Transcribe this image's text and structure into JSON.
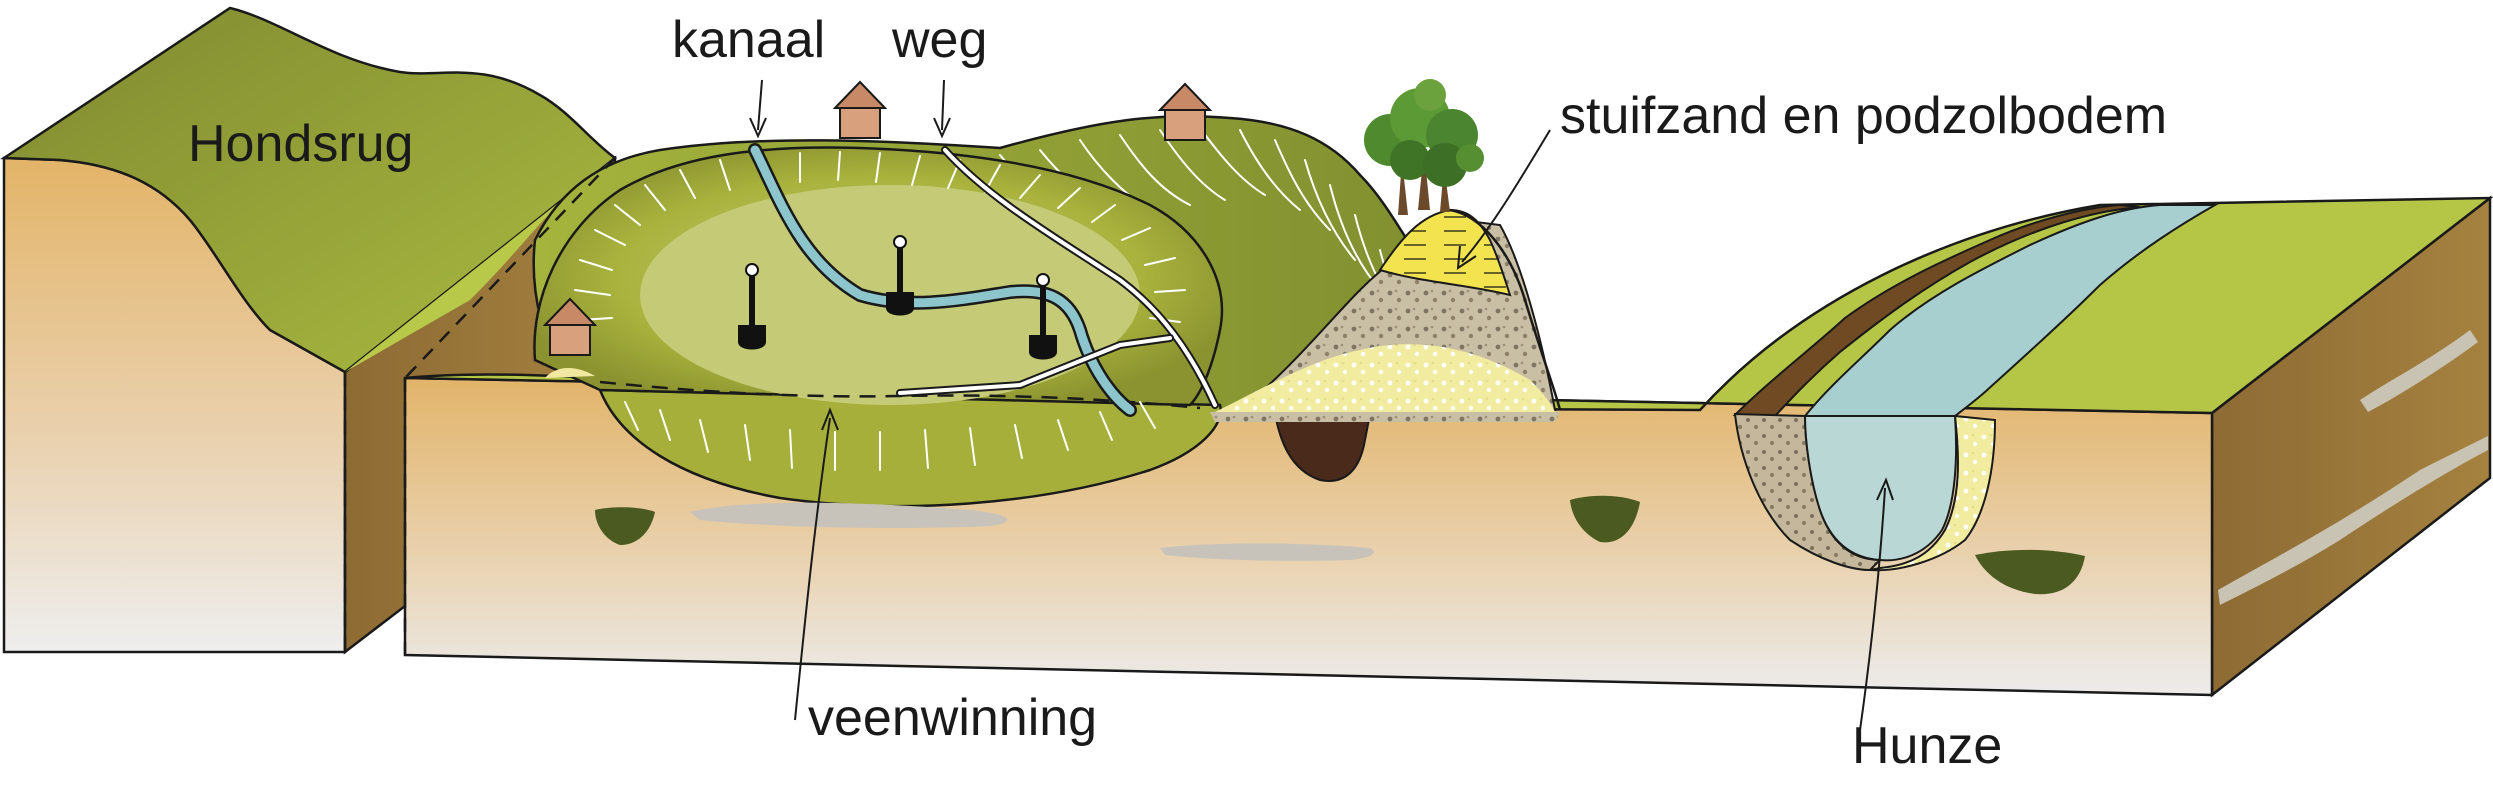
{
  "labels": {
    "hondsrug": "Hondsrug",
    "kanaal": "kanaal",
    "weg": "weg",
    "stuifzand": "stuifzand en podzolbodem",
    "veenwinning": "veenwinning",
    "hunze": "Hunze"
  },
  "colors": {
    "grass": "#b5c646",
    "grass_dark": "#8e9a35",
    "hill_top": "#8f9a38",
    "sand_top": "#e3b56c",
    "sand_bottom": "#ebebeb",
    "side_brown": "#9d7a3d",
    "peat_green": "#a7b13a",
    "peat_light": "#c8d078",
    "water": "#a8cfd0",
    "river_bank": "#6f4a22",
    "dune_yellow": "#f0e24c",
    "dark_lens": "#4a5a20",
    "house": "#d89a78",
    "tree": "#4f8a2f"
  },
  "icons": [
    "house-icon",
    "tree-icon",
    "spade-icon",
    "arrow-icon"
  ]
}
